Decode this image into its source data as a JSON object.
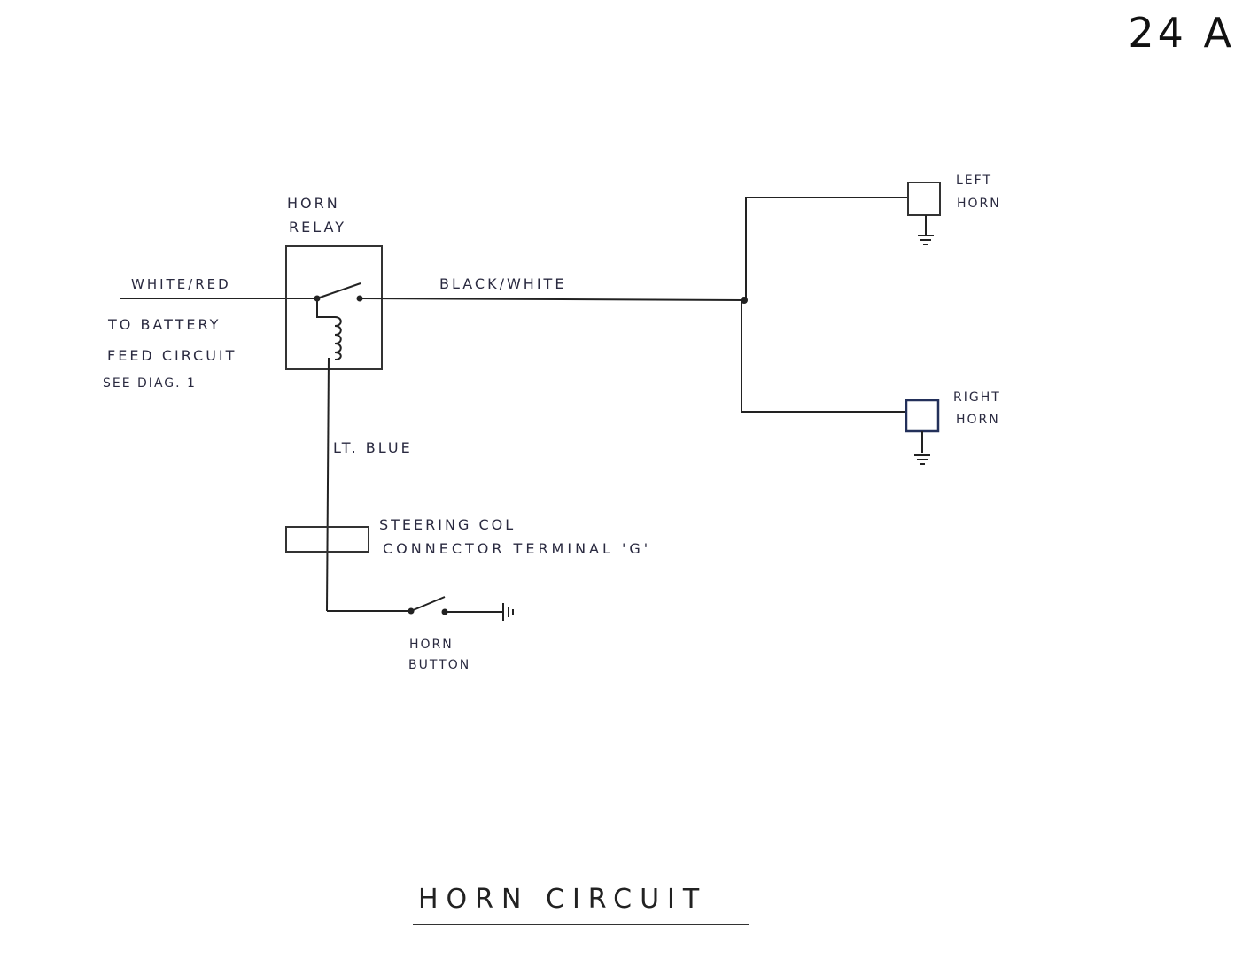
{
  "page_number": "24 A",
  "title": "HORN CIRCUIT",
  "relay": {
    "label_line1": "HORN",
    "label_line2": "RELAY"
  },
  "wires": {
    "input": "WHITE/RED",
    "output": "BLACK/WHITE",
    "coil": "LT. BLUE"
  },
  "battery_note": {
    "line1": "TO BATTERY",
    "line2": "FEED CIRCUIT",
    "line3": "SEE DIAG. 1"
  },
  "connector": {
    "line1": "STEERING COL",
    "line2": "CONNECTOR TERMINAL 'G'"
  },
  "horn_button": {
    "line1": "HORN",
    "line2": "BUTTON"
  },
  "left_horn": {
    "line1": "LEFT",
    "line2": "HORN"
  },
  "right_horn": {
    "line1": "RIGHT",
    "line2": "HORN"
  }
}
